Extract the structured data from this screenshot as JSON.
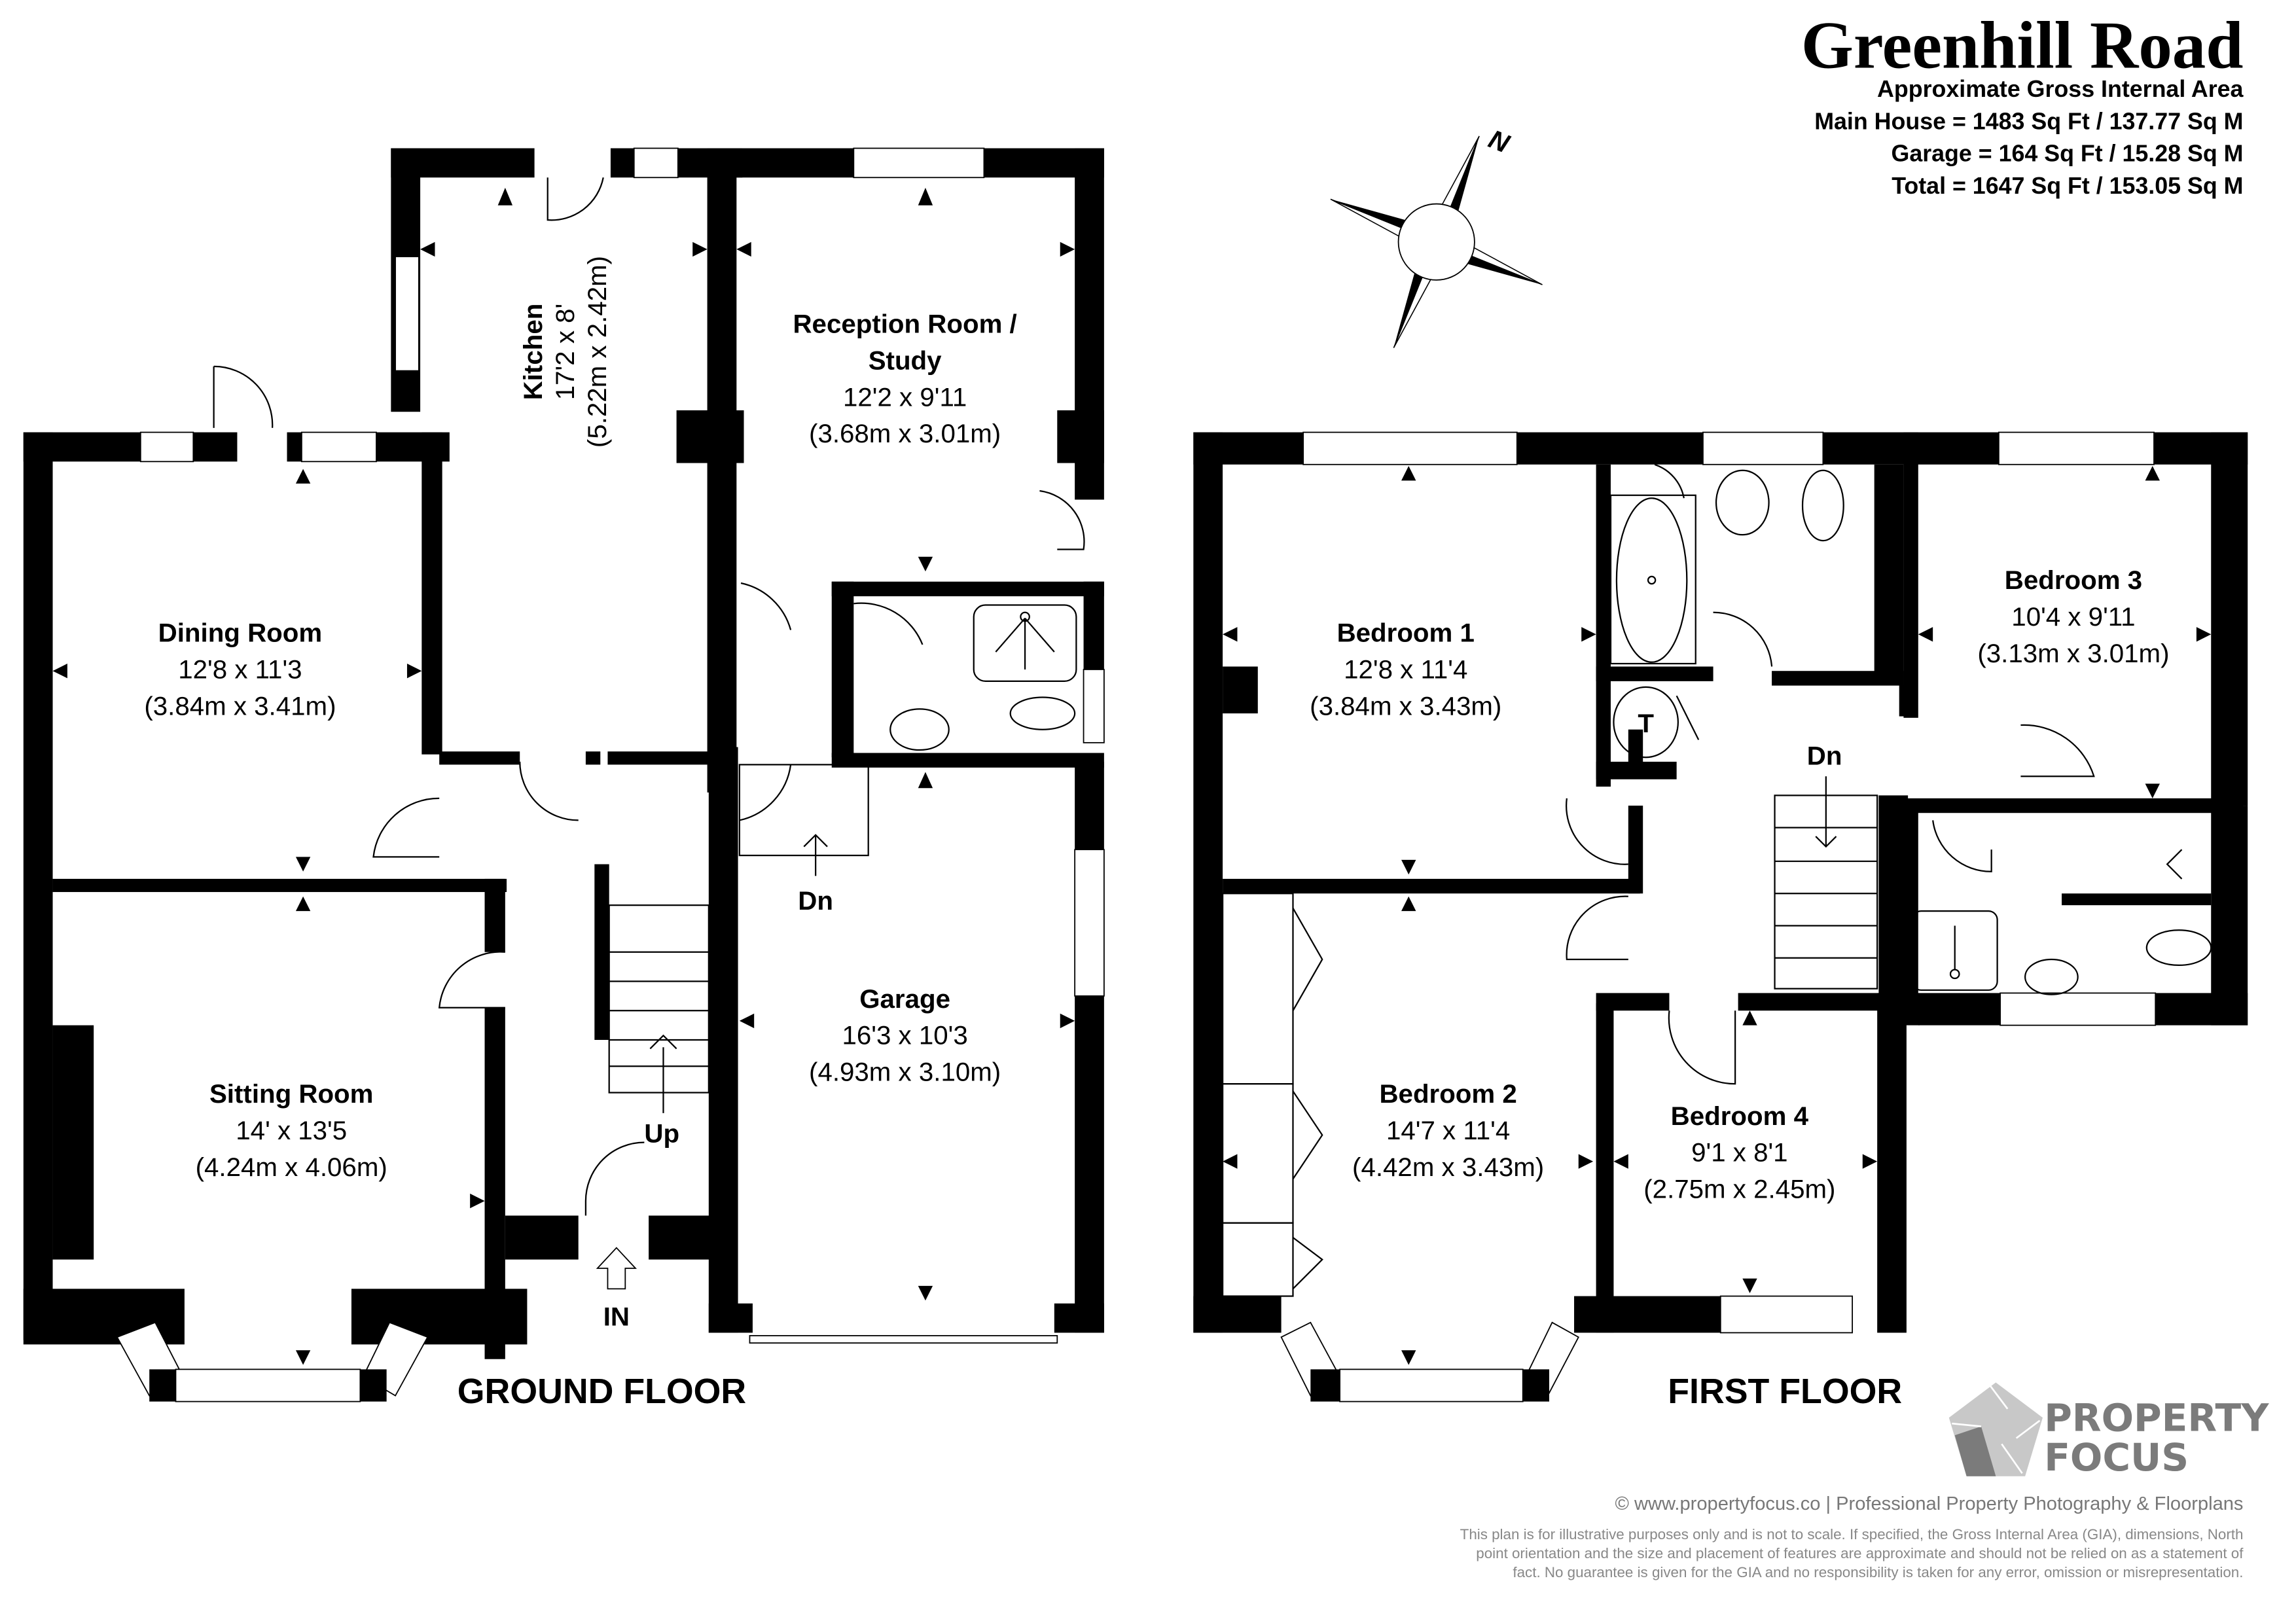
{
  "header": {
    "title": "Greenhill Road",
    "subtitle": "Approximate Gross Internal Area",
    "main_house": "Main House = 1483 Sq Ft / 137.77 Sq M",
    "garage": "Garage = 164 Sq Ft / 15.28 Sq M",
    "total": "Total = 1647 Sq Ft / 153.05 Sq M"
  },
  "compass": {
    "label": "N",
    "icon": "compass-rose-icon"
  },
  "ground_floor": {
    "label": "GROUND FLOOR",
    "entrance_label": "IN",
    "stairs_up_label": "Up",
    "stairs_down_label": "Dn",
    "rooms": {
      "kitchen": {
        "name": "Kitchen",
        "imperial": "17'2 x 8'",
        "metric": "(5.22m x 2.42m)"
      },
      "reception": {
        "name_line1": "Reception Room /",
        "name_line2": "Study",
        "imperial": "12'2 x 9'11",
        "metric": "(3.68m x 3.01m)"
      },
      "dining": {
        "name": "Dining Room",
        "imperial": "12'8 x 11'3",
        "metric": "(3.84m x 3.41m)"
      },
      "sitting": {
        "name": "Sitting Room",
        "imperial": "14' x 13'5",
        "metric": "(4.24m x 4.06m)"
      },
      "garage": {
        "name": "Garage",
        "imperial": "16'3 x 10'3",
        "metric": "(4.93m x 3.10m)"
      }
    }
  },
  "first_floor": {
    "label": "FIRST FLOOR",
    "stairs_down_label": "Dn",
    "tank_label": "T",
    "rooms": {
      "bedroom1": {
        "name": "Bedroom 1",
        "imperial": "12'8 x 11'4",
        "metric": "(3.84m x 3.43m)"
      },
      "bedroom2": {
        "name": "Bedroom 2",
        "imperial": "14'7 x 11'4",
        "metric": "(4.42m x 3.43m)"
      },
      "bedroom3": {
        "name": "Bedroom 3",
        "imperial": "10'4 x 9'11",
        "metric": "(3.13m x 3.01m)"
      },
      "bedroom4": {
        "name": "Bedroom 4",
        "imperial": "9'1 x 8'1",
        "metric": "(2.75m x 2.45m)"
      }
    }
  },
  "branding": {
    "line1": "PROPERTY",
    "line2": "FOCUS",
    "logo_colors": [
      "#c8c8c8",
      "#7b7b7b"
    ],
    "credit": "© www.propertyfocus.co | Professional Property Photography & Floorplans",
    "disclaimer_1": "This plan is for illustrative purposes only and is not to scale. If specified, the Gross Internal Area (GIA), dimensions, North",
    "disclaimer_2": "point orientation and the size and placement of features are approximate and should not be relied on as a statement of",
    "disclaimer_3": "fact. No guarantee is given for the GIA and no responsibility is taken for any error, omission or misrepresentation."
  }
}
